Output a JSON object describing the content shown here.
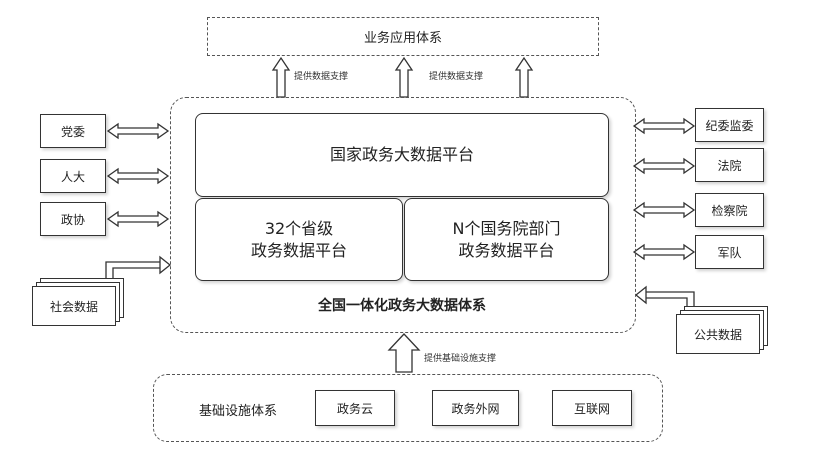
{
  "top": {
    "label": "业务应用体系"
  },
  "support_top": [
    "提供数据支撑",
    "提供数据支撑"
  ],
  "main": {
    "national_platform": "国家政务大数据平台",
    "provincial": {
      "line1": "32个省级",
      "line2": "政务数据平台"
    },
    "ministries": {
      "line1": "N个国务院部门",
      "line2": "政务数据平台"
    },
    "system_label": "全国一体化政务大数据体系"
  },
  "left": {
    "items": [
      "党委",
      "人大",
      "政协"
    ],
    "doc": "社会数据"
  },
  "right": {
    "items": [
      "纪委监委",
      "法院",
      "检察院",
      "军队"
    ],
    "doc": "公共数据"
  },
  "support_bottom": "提供基础设施支撑",
  "infrastructure": {
    "label": "基础设施体系",
    "items": [
      "政务云",
      "政务外网",
      "互联网"
    ]
  }
}
